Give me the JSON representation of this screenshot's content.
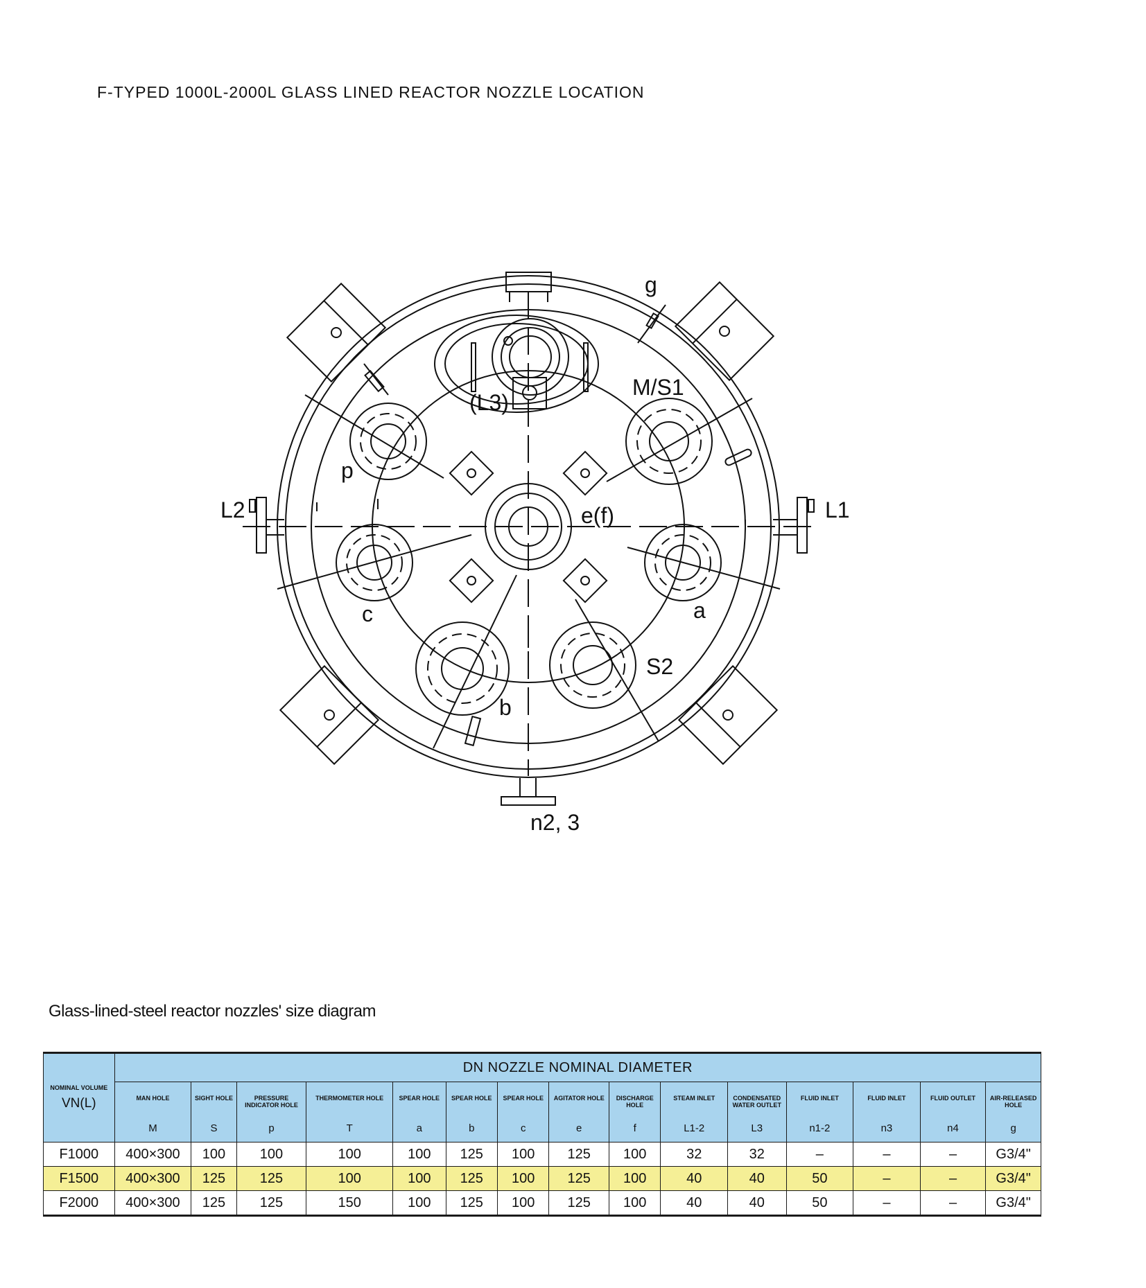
{
  "page": {
    "title": "F-TYPED 1000L-2000L GLASS LINED REACTOR NOZZLE LOCATION"
  },
  "diagram": {
    "labels": {
      "g": "g",
      "m_s1": "M/S1",
      "l3": "(L3)",
      "p": "p",
      "l2": "L2",
      "l1": "L1",
      "e_f": "e(f)",
      "c": "c",
      "a": "a",
      "s2": "S2",
      "b": "b",
      "n2_3": "n2, 3"
    }
  },
  "table": {
    "caption": "Glass-lined-steel reactor nozzles' size diagram",
    "dn_header": "DN    NOZZLE NOMINAL DIAMETER",
    "volume_header": {
      "name": "NOMINAL VOLUME",
      "symbol": "VN(L)"
    },
    "columns": [
      {
        "name": "MAN HOLE",
        "symbol": "M"
      },
      {
        "name": "SIGHT HOLE",
        "symbol": "S"
      },
      {
        "name": "PRESSURE INDICATOR HOLE",
        "symbol": "p"
      },
      {
        "name": "THERMOMETER HOLE",
        "symbol": "T"
      },
      {
        "name": "SPEAR HOLE",
        "symbol": "a"
      },
      {
        "name": "SPEAR HOLE",
        "symbol": "b"
      },
      {
        "name": "SPEAR HOLE",
        "symbol": "c"
      },
      {
        "name": "AGITATOR HOLE",
        "symbol": "e"
      },
      {
        "name": "DISCHARGE HOLE",
        "symbol": "f"
      },
      {
        "name": "STEAM INLET",
        "symbol": "L1-2"
      },
      {
        "name": "CONDENSATED WATER OUTLET",
        "symbol": "L3"
      },
      {
        "name": "FLUID INLET",
        "symbol": "n1-2"
      },
      {
        "name": "FLUID INLET",
        "symbol": "n3"
      },
      {
        "name": "FLUID OUTLET",
        "symbol": "n4"
      },
      {
        "name": "AIR-RELEASED HOLE",
        "symbol": "g"
      }
    ],
    "rows": [
      {
        "volume": "F1000",
        "highlight": false,
        "cells": [
          "400×300",
          "100",
          "100",
          "100",
          "100",
          "125",
          "100",
          "125",
          "100",
          "32",
          "32",
          "–",
          "–",
          "–",
          "G3/4\""
        ]
      },
      {
        "volume": "F1500",
        "highlight": true,
        "cells": [
          "400×300",
          "125",
          "125",
          "100",
          "100",
          "125",
          "100",
          "125",
          "100",
          "40",
          "40",
          "50",
          "–",
          "–",
          "G3/4\""
        ]
      },
      {
        "volume": "F2000",
        "highlight": false,
        "cells": [
          "400×300",
          "125",
          "125",
          "150",
          "100",
          "125",
          "100",
          "125",
          "100",
          "40",
          "40",
          "50",
          "–",
          "–",
          "G3/4\""
        ]
      }
    ]
  },
  "colors": {
    "header_bg": "#a9d4ee",
    "highlight_row": "#f5ef96",
    "ink": "#111111"
  }
}
